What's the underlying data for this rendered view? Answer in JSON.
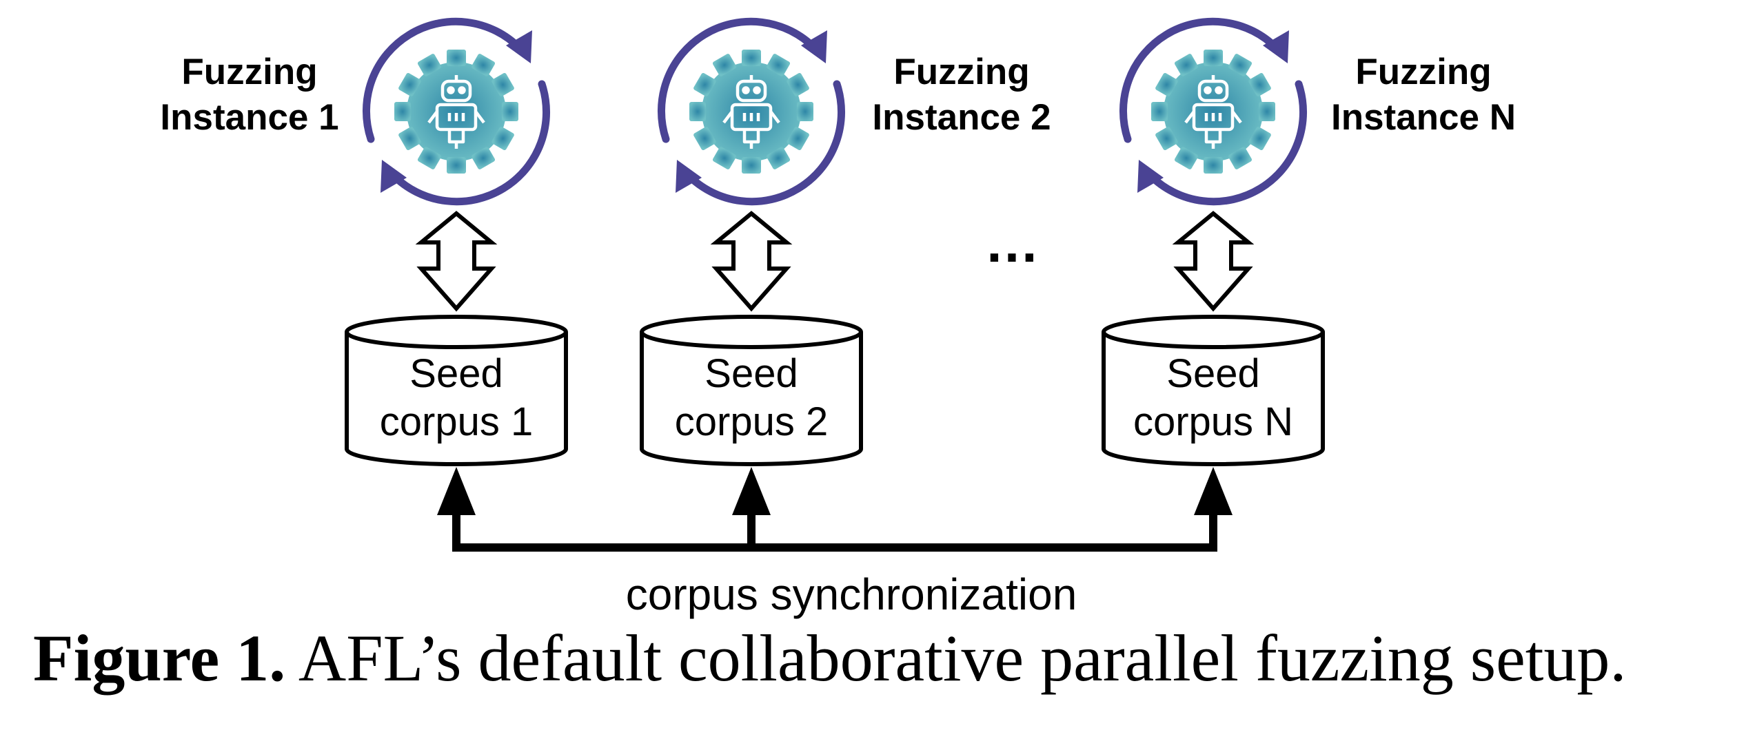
{
  "instances": [
    {
      "label_line1": "Fuzzing",
      "label_line2": "Instance 1",
      "seed_line1": "Seed",
      "seed_line2": "corpus 1"
    },
    {
      "label_line1": "Fuzzing",
      "label_line2": "Instance 2",
      "seed_line1": "Seed",
      "seed_line2": "corpus 2"
    },
    {
      "label_line1": "Fuzzing",
      "label_line2": "Instance N",
      "seed_line1": "Seed",
      "seed_line2": "corpus N"
    }
  ],
  "ellipsis": "…",
  "sync_label": "corpus synchronization",
  "caption": {
    "prefix": "Figure 1.",
    "text": "AFL’s default collaborative parallel fuzzing setup."
  },
  "colors": {
    "cycle_arrow": "#4a4394",
    "gear_inner": "#2e86a6",
    "gear_outer": "#6fc0c6",
    "line": "#000000"
  },
  "icons": [
    "cycle-arrows-icon",
    "gear-icon",
    "robot-icon",
    "double-arrow-icon"
  ]
}
